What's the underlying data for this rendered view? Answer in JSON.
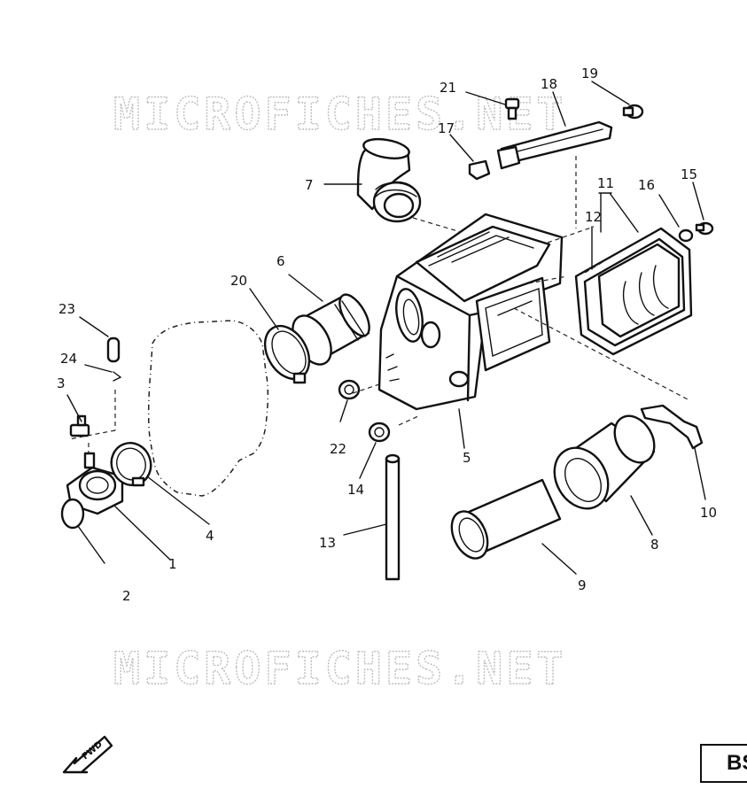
{
  "watermark": "MICROFICHES.NET",
  "fwd_label": "FWD",
  "page_code": "BS",
  "callouts": [
    {
      "id": "c1",
      "label": "1"
    },
    {
      "id": "c2",
      "label": "2"
    },
    {
      "id": "c3",
      "label": "3"
    },
    {
      "id": "c4",
      "label": "4"
    },
    {
      "id": "c5",
      "label": "5"
    },
    {
      "id": "c6",
      "label": "6"
    },
    {
      "id": "c7",
      "label": "7"
    },
    {
      "id": "c8",
      "label": "8"
    },
    {
      "id": "c9",
      "label": "9"
    },
    {
      "id": "c10",
      "label": "10"
    },
    {
      "id": "c11",
      "label": "11"
    },
    {
      "id": "c12",
      "label": "12"
    },
    {
      "id": "c13",
      "label": "13"
    },
    {
      "id": "c14",
      "label": "14"
    },
    {
      "id": "c15",
      "label": "15"
    },
    {
      "id": "c16",
      "label": "16"
    },
    {
      "id": "c17",
      "label": "17"
    },
    {
      "id": "c18",
      "label": "18"
    },
    {
      "id": "c19",
      "label": "19"
    },
    {
      "id": "c20",
      "label": "20"
    },
    {
      "id": "c21",
      "label": "21"
    },
    {
      "id": "c22",
      "label": "22"
    },
    {
      "id": "c23",
      "label": "23"
    },
    {
      "id": "c24",
      "label": "24"
    }
  ]
}
